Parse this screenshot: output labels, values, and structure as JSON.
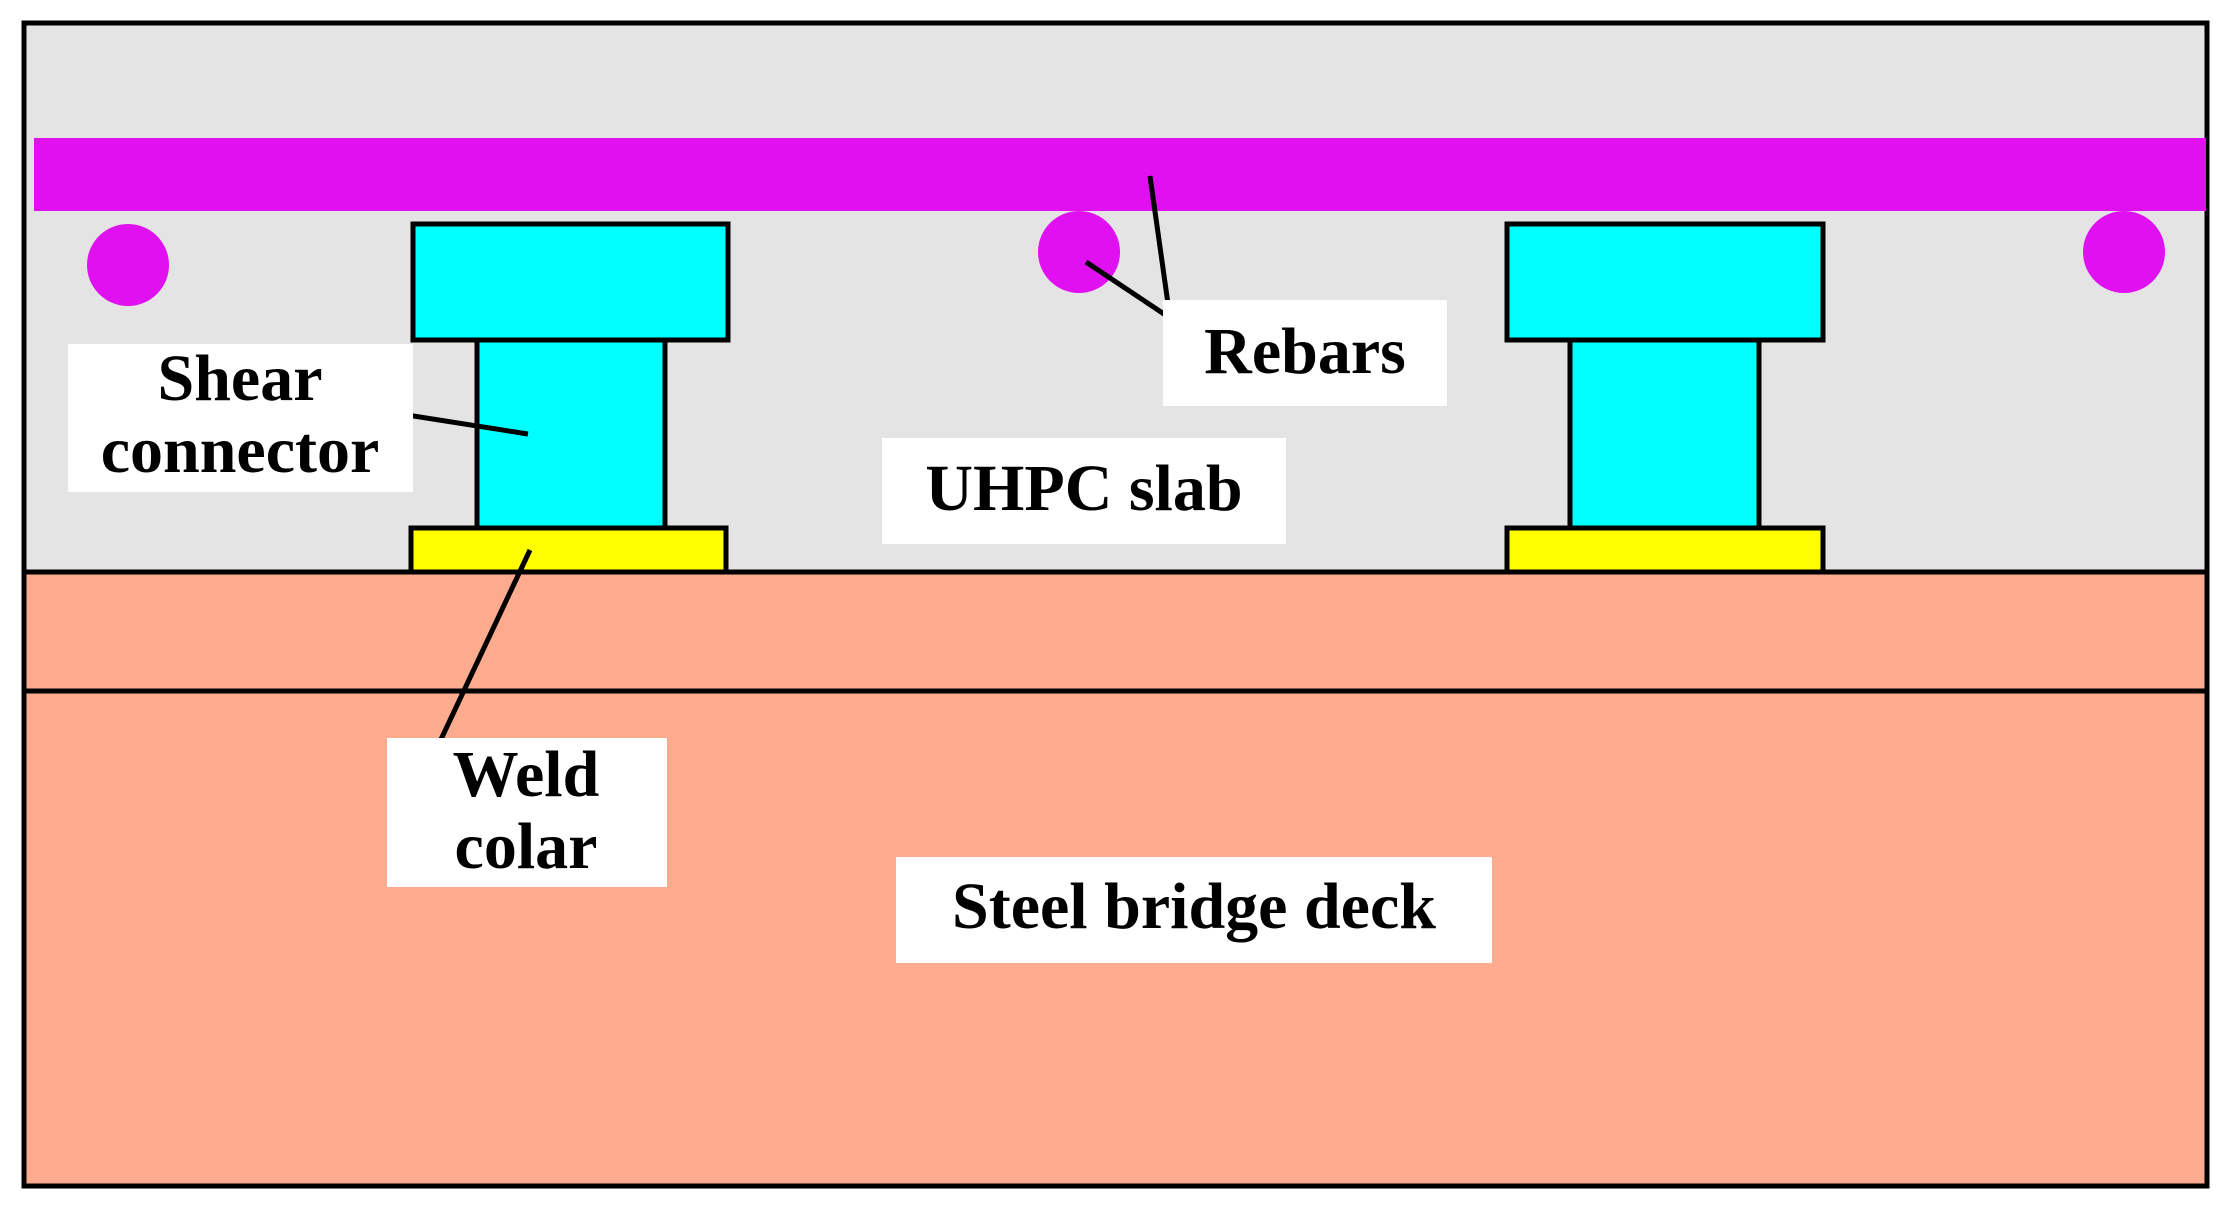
{
  "colors": {
    "slab": "#e4e4e4",
    "rebar": "#e010f0",
    "connector": "#00ffff",
    "weld": "#ffff00",
    "steel": "#fcab8f",
    "label_box": "#ffffff",
    "outline": "#000000"
  },
  "labels": {
    "rebars": "Rebars",
    "shear_connector_line1": "Shear",
    "shear_connector_line2": "connector",
    "uhpc_slab": "UHPC slab",
    "weld_colar_line1": "Weld",
    "weld_colar_line2": "colar",
    "steel_bridge_deck": "Steel bridge deck"
  }
}
